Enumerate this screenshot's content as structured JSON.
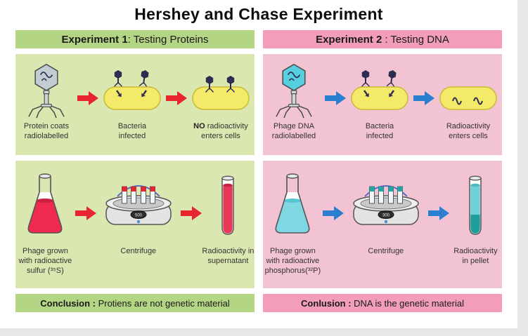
{
  "title": "Hershey and Chase Experiment",
  "experiment1": {
    "header_bold": "Experiment 1",
    "header_rest": ": Testing Proteins",
    "steps_top": {
      "s1_caption": "Protein coats\nradiolabelled",
      "s2_caption": "Bacteria\ninfected",
      "s3_bold": "NO",
      "s3_caption": " radioactivity\nenters cells"
    },
    "steps_bottom": {
      "s1_caption": "Phage grown\nwith radioactive\nsulfur (³⁵S)",
      "s2_caption": "Centrifuge",
      "s3_caption": "Radioactivity in\nsupernatant"
    },
    "centrifuge_display": "500",
    "conclusion_bold": "Conclusion :",
    "conclusion_rest": " Protiens are not genetic material"
  },
  "experiment2": {
    "header_bold": "Experiment 2",
    "header_rest": " : Testing DNA",
    "steps_top": {
      "s1_caption": "Phage DNA\nradiolabelled",
      "s2_caption": "Bacteria\ninfected",
      "s3_caption": "Radioactivity\nenters cells"
    },
    "steps_bottom": {
      "s1_caption": "Phage grown\nwith radioactive\nphosphorus(³²P)",
      "s2_caption": "Centrifuge",
      "s3_caption": "Radioactivity\nin pellet"
    },
    "centrifuge_display": "300",
    "conclusion_bold": "Conlusion :",
    "conclusion_rest": " DNA is the genetic material"
  },
  "colors": {
    "exp1_arrow": "#e6252f",
    "exp2_arrow": "#2b7fd0",
    "exp1_flask_liquid": "#ee2a50",
    "exp1_flask_surface": "#c91e40",
    "exp2_flask_liquid": "#7ed7e3",
    "exp2_flask_surface": "#57c3d3",
    "exp1_tube_liquid": "#e73856",
    "exp1_tube_surface": "#c22646",
    "exp2_tube_liquid": "#6ed0d6",
    "exp2_tube_surface": "#4db9c0",
    "exp2_tube_pellet": "#1f9e9b",
    "exp1_tube_cap": "#e6252f",
    "exp2_tube_cap": "#20a7a4",
    "phage1_head": "#c2ccd3",
    "phage2_head": "#56cfdf",
    "cell_fill": "#f4ea69",
    "green_header": "#b4d584",
    "green_panel": "#dbe7b0",
    "pink_header": "#f19dbb",
    "pink_panel": "#f2c3d2"
  }
}
